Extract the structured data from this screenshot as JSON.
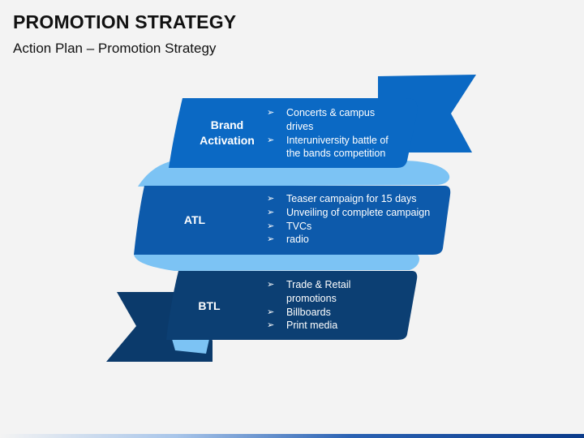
{
  "title": "PROMOTION STRATEGY",
  "subtitle": "Action Plan – Promotion Strategy",
  "colors": {
    "top_band": "#0b69c4",
    "middle_band": "#0d5aab",
    "bottom_band": "#0c3f73",
    "fold_light": "#7cc3f4",
    "tail_dark": "#0b3a6b"
  },
  "bullet_icon": "arrow-bullet-icon",
  "bullet_glyph": "➢",
  "bands": [
    {
      "label_line1": "Brand",
      "label_line2": "Activation",
      "bullets": [
        "Concerts & campus",
        "drives",
        "Interuniversity battle of",
        "the bands competition"
      ]
    },
    {
      "label": "ATL",
      "bullets": [
        "Teaser campaign for 15 days",
        "Unveiling of complete campaign",
        "TVCs",
        "radio"
      ]
    },
    {
      "label": "BTL",
      "bullets": [
        "Trade & Retail",
        "promotions",
        "Billboards",
        "Print media"
      ]
    }
  ]
}
